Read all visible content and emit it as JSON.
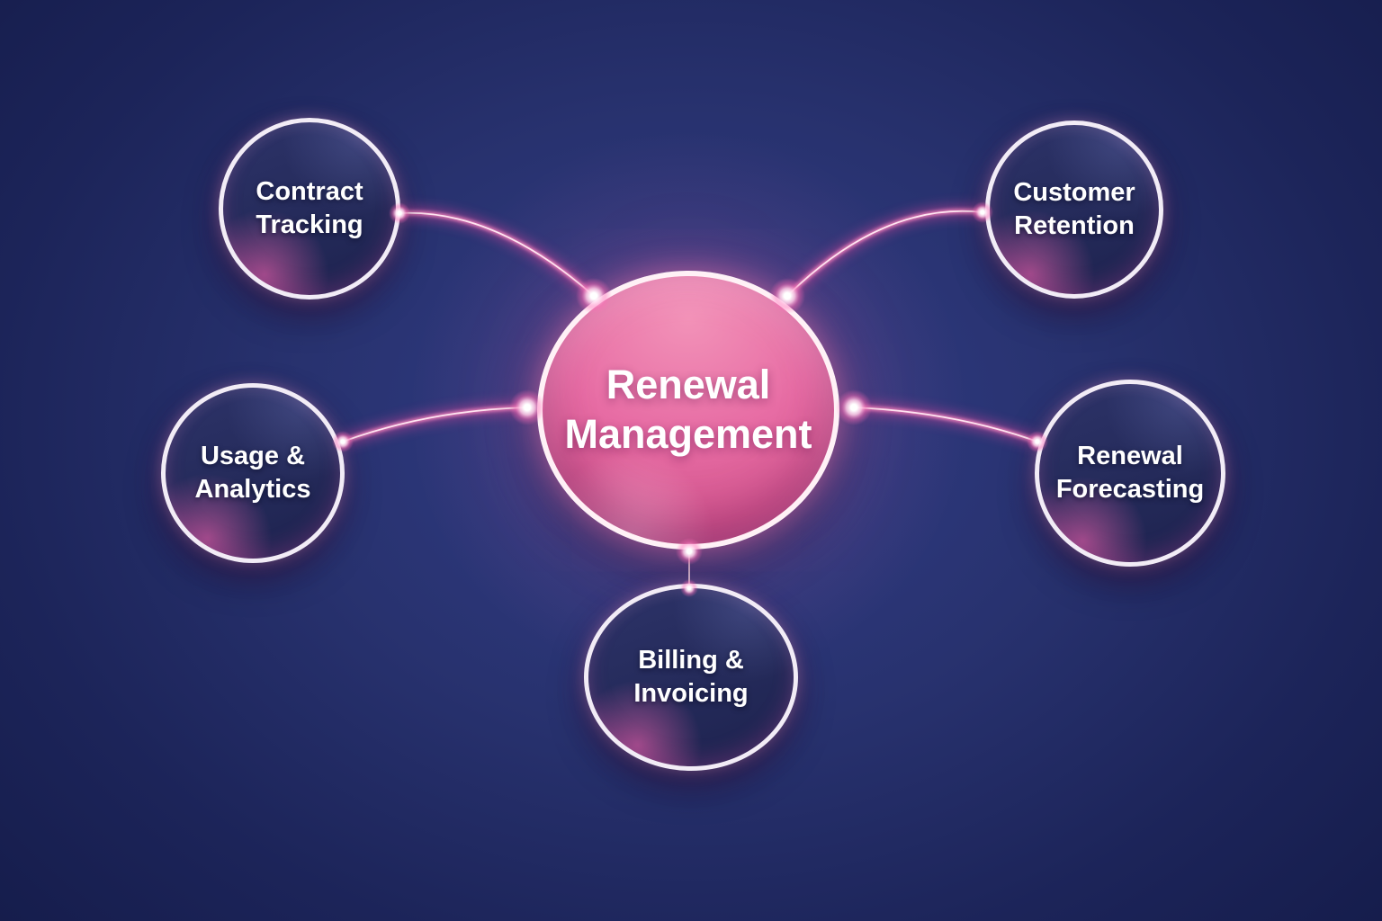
{
  "diagram": {
    "type": "mind-map",
    "center": {
      "id": "renewal-management",
      "lines": [
        "Renewal",
        "Management"
      ]
    },
    "nodes": [
      {
        "id": "contract-tracking",
        "position": "top-left",
        "lines": [
          "Contract",
          "Tracking"
        ]
      },
      {
        "id": "customer-retention",
        "position": "top-right",
        "lines": [
          "Customer",
          "Retention"
        ]
      },
      {
        "id": "usage-analytics",
        "position": "middle-left",
        "lines": [
          "Usage &",
          "Analytics"
        ]
      },
      {
        "id": "renewal-forecasting",
        "position": "middle-right",
        "lines": [
          "Renewal",
          "Forecasting"
        ]
      },
      {
        "id": "billing-invoicing",
        "position": "bottom-center",
        "lines": [
          "Billing &",
          "Invoicing"
        ]
      }
    ],
    "edges": [
      {
        "from": "renewal-management",
        "to": "contract-tracking"
      },
      {
        "from": "renewal-management",
        "to": "customer-retention"
      },
      {
        "from": "renewal-management",
        "to": "usage-analytics"
      },
      {
        "from": "renewal-management",
        "to": "renewal-forecasting"
      },
      {
        "from": "renewal-management",
        "to": "billing-invoicing"
      }
    ],
    "colors": {
      "background_center": "#2f3a83",
      "background_edge": "#121a48",
      "hub_fill_top": "#f292b8",
      "hub_fill_bottom": "#93386f",
      "satellite_fill": "#252b5b",
      "ring": "#f2ecf6",
      "connector_glow": "#e8459f",
      "connector_core": "#ffe6f2",
      "text": "#ffffff"
    }
  }
}
